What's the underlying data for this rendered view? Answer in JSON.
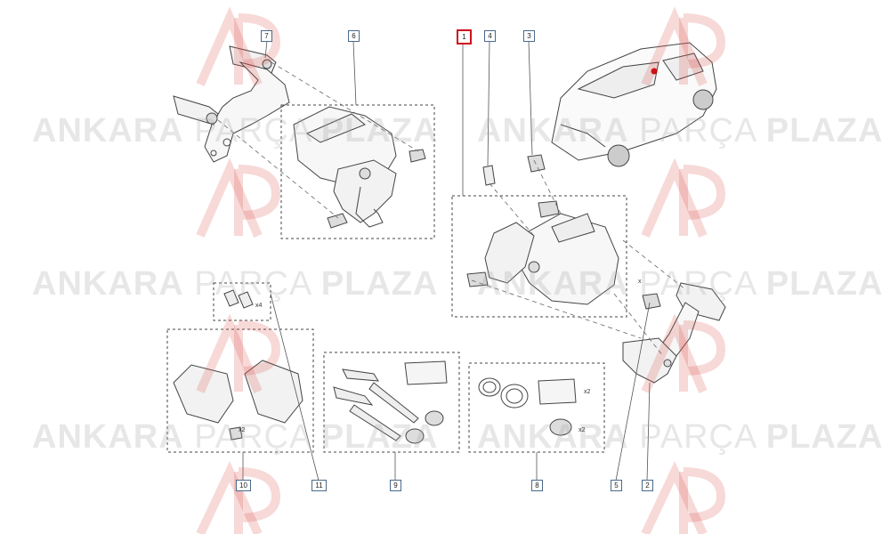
{
  "watermark": {
    "word1": "ANKARA",
    "word2": "PARÇA",
    "word3": "PLAZA",
    "logo_color": "#d9534f",
    "text_color": "#aaaaaa"
  },
  "callouts": [
    {
      "id": "c7",
      "label": "7"
    },
    {
      "id": "c6",
      "label": "6"
    },
    {
      "id": "c1",
      "label": "1",
      "selected": true
    },
    {
      "id": "c4",
      "label": "4"
    },
    {
      "id": "c3",
      "label": "3"
    },
    {
      "id": "c10",
      "label": "10"
    },
    {
      "id": "c11",
      "label": "11"
    },
    {
      "id": "c9",
      "label": "9"
    },
    {
      "id": "c8",
      "label": "8"
    },
    {
      "id": "c5",
      "label": "5"
    },
    {
      "id": "c2",
      "label": "2"
    }
  ],
  "quantities": {
    "clips": "x4",
    "pads_bolt": "x2",
    "seal_grease": "x2",
    "seal_boot": "x2",
    "bracket_bolt": "x"
  },
  "colors": {
    "selected_border": "#d0101a",
    "callout_border": "#4a6a8a",
    "line": "#555555"
  }
}
